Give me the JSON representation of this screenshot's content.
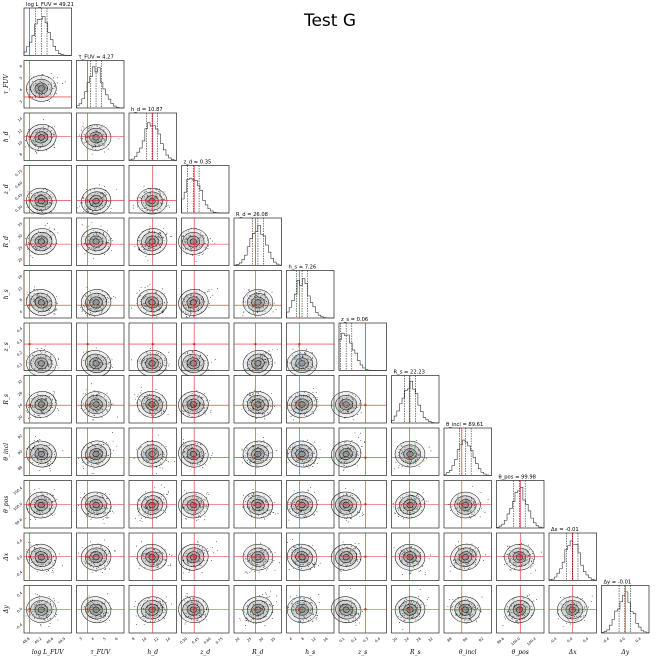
{
  "chart_data": {
    "type": "corner",
    "title": "Test G",
    "truth_line_color": "#e02020",
    "hist_color": "#333333",
    "contour_fill": "#8a8a8a",
    "parameters": [
      {
        "label": "log L_FUV",
        "summary": "log L_FUV = 49.21",
        "median": 49.21,
        "range": [
          48.9,
          49.75
        ],
        "ticks": [
          "48.8",
          "49.2",
          "49.6",
          "49.9"
        ],
        "truth": 49.0
      },
      {
        "label": "τ_FUV",
        "summary": "τ_FUV = 4.27",
        "median": 4.27,
        "range": [
          2.5,
          6.8
        ],
        "ticks": [
          "3",
          "4",
          "5",
          "6"
        ],
        "truth": 3.5
      },
      {
        "label": "h_d",
        "summary": "h_d = 10.87",
        "median": 10.87,
        "range": [
          6.5,
          15.5
        ],
        "ticks": [
          "8",
          "10",
          "12",
          "14"
        ],
        "truth": 11.0
      },
      {
        "label": "z_d",
        "summary": "z_d = 0.35",
        "median": 0.35,
        "range": [
          0.2,
          0.8
        ],
        "ticks": [
          "0.30",
          "0.45",
          "0.60",
          "0.75"
        ],
        "truth": 0.36
      },
      {
        "label": "R_d",
        "summary": "R_d = 26.08",
        "median": 26.08,
        "range": [
          16,
          36
        ],
        "ticks": [
          "20",
          "25",
          "30",
          "35"
        ],
        "truth": 25.0
      },
      {
        "label": "h_s",
        "summary": "h_s = 7.26",
        "median": 7.26,
        "range": [
          3,
          16
        ],
        "ticks": [
          "4",
          "8",
          "12",
          "16"
        ],
        "truth": 6.5
      },
      {
        "label": "z_s",
        "summary": "z_s = 0.06",
        "median": 0.06,
        "range": [
          0.0,
          0.45
        ],
        "ticks": [
          "0.1",
          "0.2",
          "0.3",
          "0.4"
        ],
        "truth": 0.25
      },
      {
        "label": "R_s",
        "summary": "R_s = 22.23",
        "median": 22.23,
        "range": [
          16,
          32
        ],
        "ticks": [
          "20",
          "24",
          "28",
          "32"
        ],
        "truth": 22.0
      },
      {
        "label": "θ_incl",
        "summary": "θ_incl = 89.61",
        "median": 89.61,
        "range": [
          86,
          94
        ],
        "ticks": [
          "88",
          "90",
          "92"
        ],
        "truth": 89.0
      },
      {
        "label": "θ_pos",
        "summary": "θ_pos = 99.98",
        "median": 99.98,
        "range": [
          99.4,
          100.6
        ],
        "ticks": [
          "99.6",
          "100.0",
          "100.4"
        ],
        "truth": 100.0
      },
      {
        "label": "Δx",
        "summary": "Δx = -0.01",
        "median": -0.01,
        "range": [
          -0.5,
          0.5
        ],
        "ticks": [
          "-0.4",
          "0.0",
          "0.4"
        ],
        "truth": 0.0
      },
      {
        "label": "Δy",
        "summary": "Δy = -0.01",
        "median": -0.01,
        "range": [
          -0.5,
          0.5
        ],
        "ticks": [
          "-0.4",
          "0.0",
          "0.4"
        ],
        "truth": 0.0
      }
    ]
  }
}
